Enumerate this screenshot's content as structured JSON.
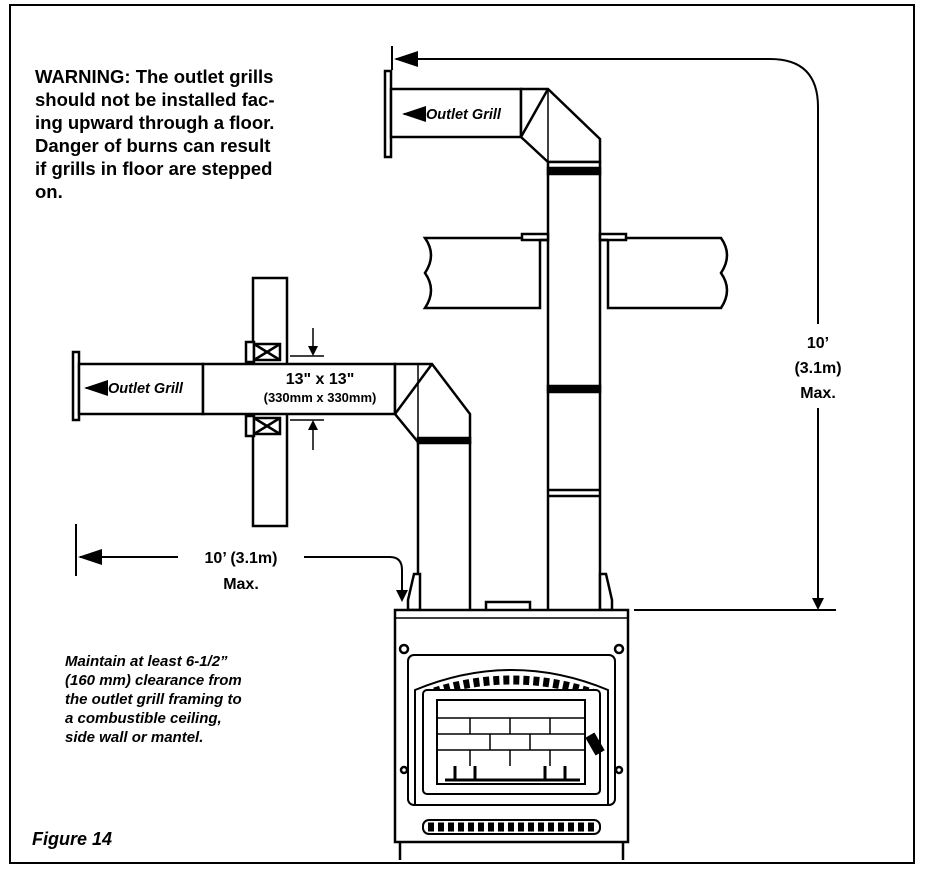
{
  "warning_lines": [
    "WARNING: The outlet grills",
    "should not be installed fac-",
    "ing upward through a floor.",
    "Danger of burns can result",
    "if grills in floor are stepped",
    "on."
  ],
  "outlet_grill_label": "Outlet Grill",
  "duct_size": "13\" x 13\"",
  "duct_size_metric": "(330mm x 330mm)",
  "vertical_dim": {
    "value": "10’",
    "metric": "(3.1m)",
    "suffix": "Max."
  },
  "horizontal_dim": {
    "value": "10’ (3.1m)",
    "suffix": "Max."
  },
  "clearance_note_lines": [
    "Maintain at least 6-1/2”",
    "(160 mm) clearance from",
    "the outlet grill framing to",
    "a combustible ceiling,",
    "side wall or mantel."
  ],
  "figure_label": "Figure 14"
}
